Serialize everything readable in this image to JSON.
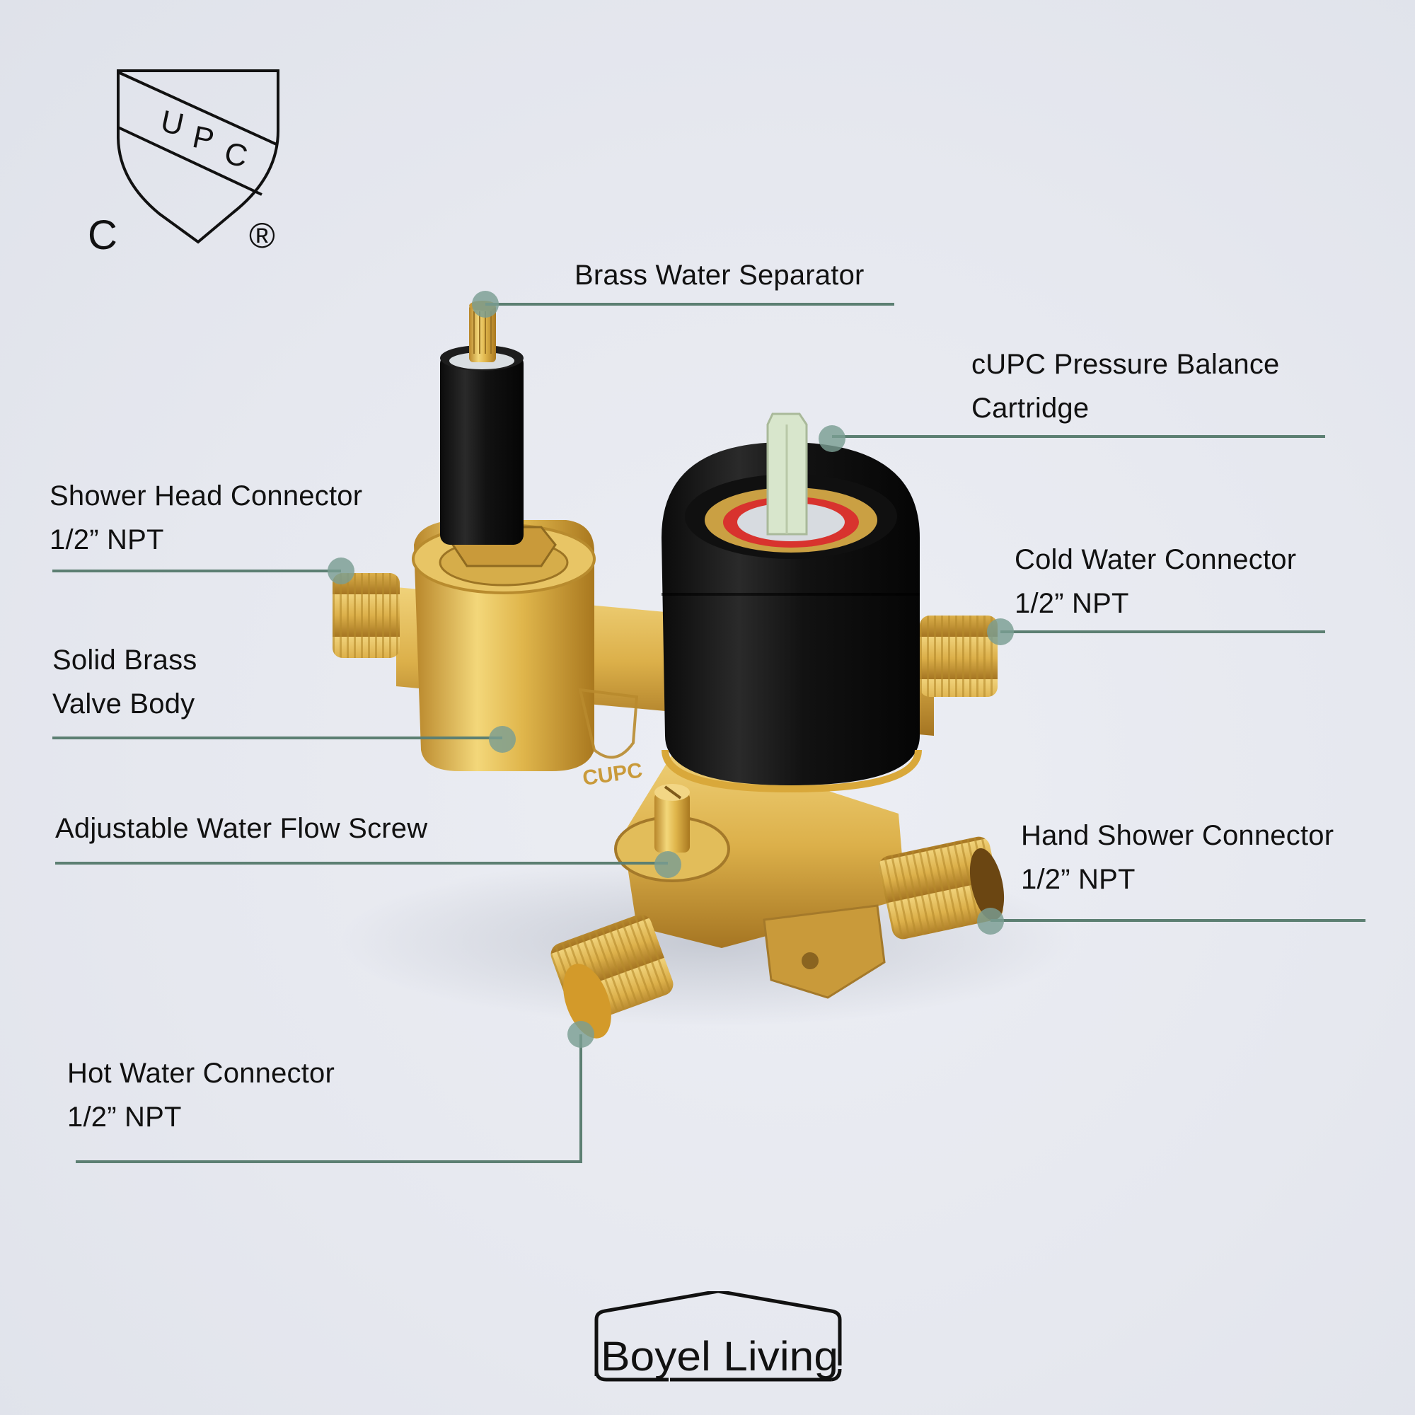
{
  "certification": {
    "shield_letters": [
      "U",
      "P",
      "C"
    ],
    "left_mark": "C",
    "right_mark": "®"
  },
  "callouts": [
    {
      "id": "brass-water-separator",
      "lines": [
        "Brass Water Separator"
      ]
    },
    {
      "id": "pressure-balance-cartridge",
      "lines": [
        "cUPC Pressure Balance",
        "Cartridge"
      ]
    },
    {
      "id": "shower-head-connector",
      "lines": [
        "Shower Head Connector",
        "1/2” NPT"
      ]
    },
    {
      "id": "cold-water-connector",
      "lines": [
        "Cold Water Connector",
        "1/2” NPT"
      ]
    },
    {
      "id": "valve-body",
      "lines": [
        "Solid Brass",
        "Valve Body"
      ]
    },
    {
      "id": "flow-screw",
      "lines": [
        "Adjustable Water Flow Screw"
      ]
    },
    {
      "id": "hand-shower-connector",
      "lines": [
        "Hand Shower Connector",
        "1/2” NPT"
      ]
    },
    {
      "id": "hot-water-connector",
      "lines": [
        "Hot Water Connector",
        "1/2” NPT"
      ]
    }
  ],
  "brand": {
    "name": "Boyel Living"
  },
  "colors": {
    "leader_line": "#5c7f72",
    "leader_dot": "#7a9e92",
    "brass": "#d9b24a",
    "black_trim": "#141414",
    "cartridge_stem": "#d8e6cc",
    "seal_red": "#d8332e"
  }
}
